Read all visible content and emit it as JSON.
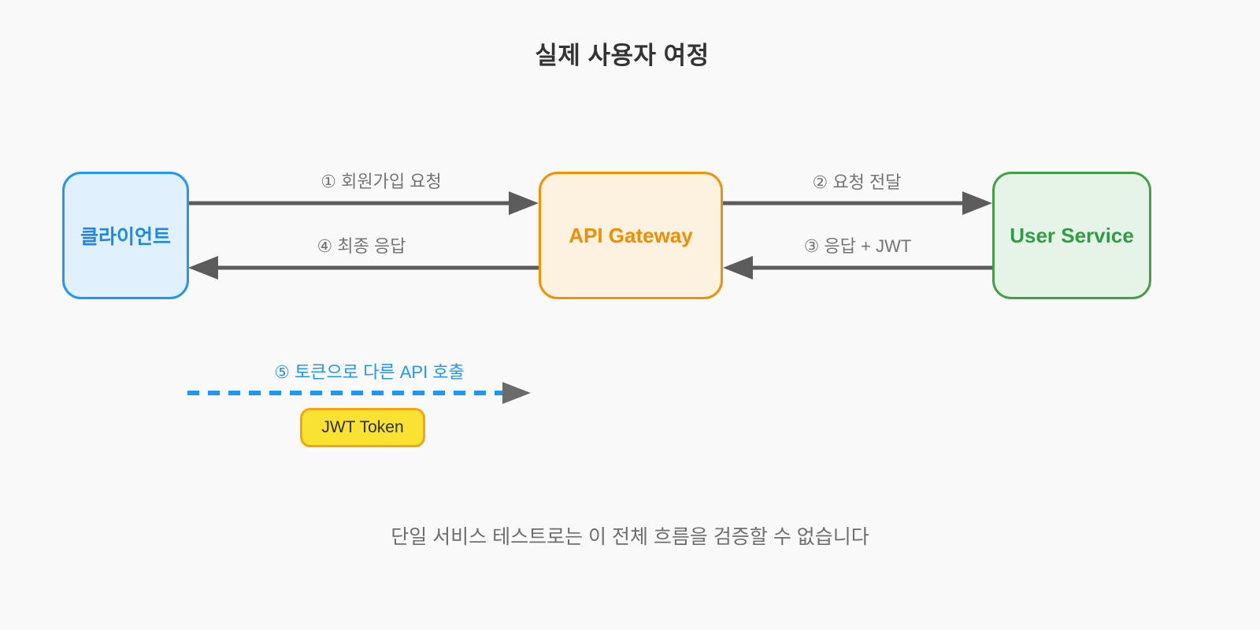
{
  "title": "실제 사용자 여정",
  "nodes": {
    "client": {
      "label": "클라이언트"
    },
    "gateway": {
      "label": "API Gateway"
    },
    "user_service": {
      "label": "User Service"
    },
    "jwt_token": {
      "label": "JWT Token"
    }
  },
  "edges": {
    "e1": {
      "label": "① 회원가입 요청"
    },
    "e2": {
      "label": "② 요청 전달"
    },
    "e3": {
      "label": "③ 응답 + JWT"
    },
    "e4": {
      "label": "④ 최종 응답"
    },
    "e5": {
      "label": "⑤ 토큰으로 다른 API 호출"
    }
  },
  "footnote": "단일 서비스 테스트로는 이 전체 흐름을 검증할 수 없습니다",
  "colors": {
    "background": "#f8f9f8",
    "client_border": "#2196f3",
    "client_fill": "#e1f0fd",
    "client_text": "#1e88e5",
    "gateway_border": "#f29100",
    "gateway_fill": "#fdf2e0",
    "gateway_text": "#f28c00",
    "user_service_border": "#43a047",
    "user_service_fill": "#e6f4e8",
    "user_service_text": "#2e9e44",
    "jwt_fill": "#fae233",
    "jwt_border": "#f2a60d",
    "arrow_gray": "#5c5c5c",
    "edge_label_gray": "#747474",
    "dashed_arrow_blue": "#2196f3",
    "title_text": "#333333",
    "footnote_text": "#6e6e6e"
  }
}
